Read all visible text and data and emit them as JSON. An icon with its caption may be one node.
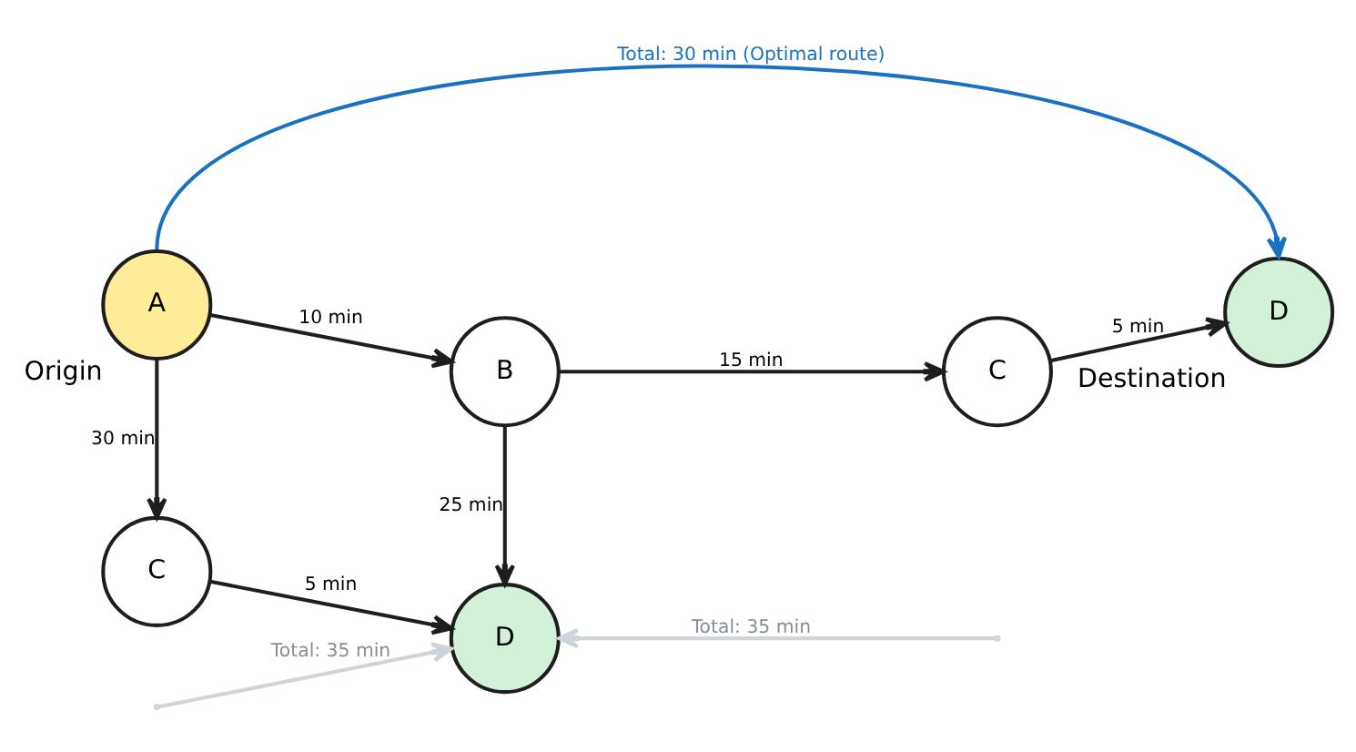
{
  "diagram": {
    "nodes": [
      {
        "text": [
          "A"
        ],
        "beside": [
          "Origin"
        ]
      },
      {
        "text": [
          "B"
        ]
      },
      {
        "text": [
          "C"
        ]
      },
      {
        "text": [
          "D"
        ],
        "beside": [
          "Destination"
        ]
      },
      {
        "text": [
          "C"
        ]
      },
      {
        "text": [
          "D"
        ]
      }
    ],
    "edges": [
      {
        "from": 0,
        "to": 3,
        "arrow": "to",
        "label": "Total: 30 min (Optimal route)",
        "color": "#1971c2"
      },
      {
        "from": 0,
        "to": 1,
        "arrow": "to",
        "label": "10 min"
      },
      {
        "from": 1,
        "to": 2,
        "arrow": "to",
        "label": "15 min"
      },
      {
        "from": 2,
        "to": 3,
        "arrow": "to",
        "label": "5 min"
      },
      {
        "from": 0,
        "to": 4,
        "arrow": "to",
        "label": "30 min"
      },
      {
        "from": 1,
        "to": 5,
        "arrow": "to",
        "label": "25 min"
      },
      {
        "from": 4,
        "to": 5,
        "arrow": "to",
        "label": "5 min"
      },
      {
        "from": null,
        "to": 5,
        "arrow": "to",
        "label": "Total: 35 min",
        "color": "#ced4da"
      },
      {
        "from": null,
        "to": 5,
        "arrow": "to",
        "label": "Total: 35 min",
        "color": "#ced4da"
      }
    ]
  }
}
